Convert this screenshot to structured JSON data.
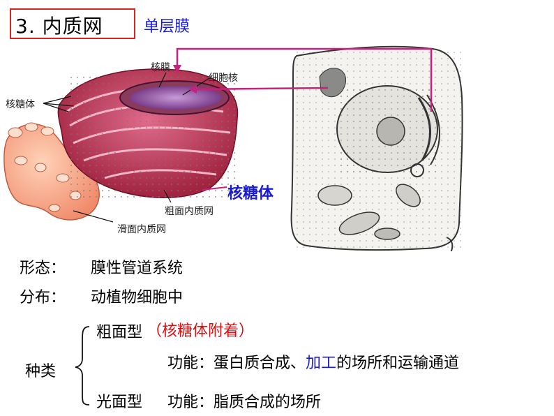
{
  "title": "3. 内质网",
  "membrane_note": "单层膜",
  "diagram_labels": {
    "nuclear_membrane": "核膜",
    "nucleus": "细胞核",
    "ribosome_small": "核糖体",
    "ribosome_big": "核糖体",
    "rough_er": "粗面内质网",
    "smooth_er": "滑面内质网"
  },
  "info": {
    "form_label": "形态：",
    "form_value": "膜性管道系统",
    "distribution_label": "分布：",
    "distribution_value": "动植物细胞中"
  },
  "types": {
    "label": "种类",
    "rough_name": "粗面型",
    "rough_note": "（核糖体附着）",
    "function_label": "功能：",
    "rough_func_1": "蛋白质合成、",
    "rough_func_2": "加工",
    "rough_func_3": "的场所和运输通道",
    "smooth_name": "光面型",
    "smooth_function_label": "功能：",
    "smooth_func": "脂质合成的场所"
  },
  "colors": {
    "title_border": "#d22222",
    "blue_text": "#1a1ad4",
    "red_text": "#e01010",
    "arrow": "#c8207c"
  }
}
